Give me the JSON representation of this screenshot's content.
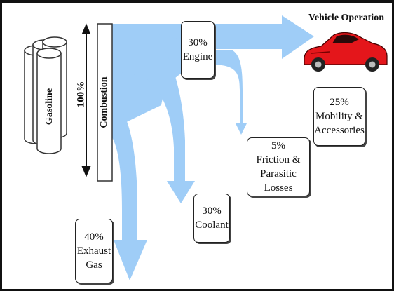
{
  "title": "Vehicle Operation",
  "total_label": "100%",
  "source_label": "Gasoline",
  "process_label": "Combustion",
  "boxes": {
    "engine": {
      "pct": "30%",
      "label": "Engine"
    },
    "mobility": {
      "pct": "25%",
      "line1": "Mobility &",
      "line2": "Accessories"
    },
    "friction": {
      "pct": "5%",
      "line1": "Friction &",
      "line2": "Parasitic Losses"
    },
    "coolant": {
      "pct": "30%",
      "label": "Coolant"
    },
    "exhaust": {
      "pct": "40%",
      "line1": "Exhaust",
      "line2": "Gas"
    }
  },
  "colors": {
    "flow": "#9fcdf7",
    "car": "#e4161b",
    "frame": "#111111"
  }
}
